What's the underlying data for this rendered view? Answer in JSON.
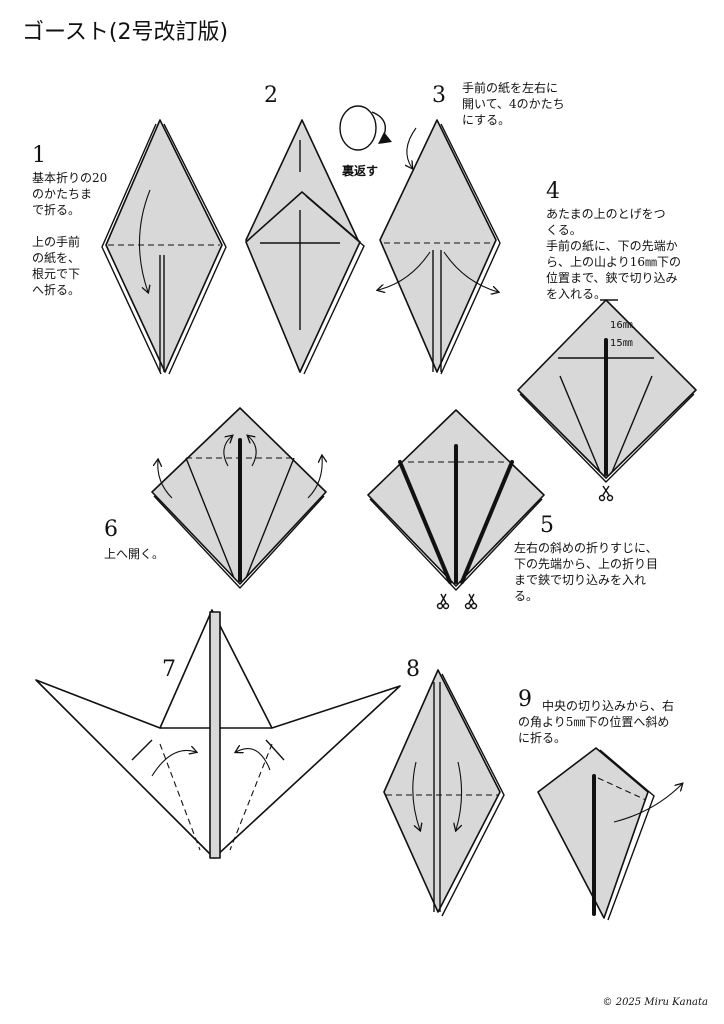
{
  "title": "ゴースト(2号改訂版)",
  "steps": {
    "s1": {
      "num": "1",
      "text": "基本折りの20\nのかたちま\nで折る。\n\n上の手前\nの紙を、\n根元で下\nへ折る。"
    },
    "s2": {
      "num": "2"
    },
    "s3": {
      "num": "3",
      "text": "手前の紙を左右に\n開いて、4のかたち\nにする。"
    },
    "s4": {
      "num": "4",
      "text": "あたまの上のとげをつ\nくる。\n手前の紙に、下の先端か\nら、上の山より16㎜下の\n位置まで、鋏で切り込み\nを入れる。"
    },
    "s5": {
      "num": "5",
      "text": "左右の斜めの折りすじに、\n下の先端から、上の折り目\nまで鋏で切り込みを入れ\nる。"
    },
    "s6": {
      "num": "6",
      "text": "上へ開く。"
    },
    "s7": {
      "num": "7"
    },
    "s8": {
      "num": "8"
    },
    "s9": {
      "num": "9",
      "text": "中央の切り込みから、右\nの角より5㎜下の位置へ斜め\nに折る。"
    }
  },
  "labels": {
    "flip": "裏返す",
    "mm16": "16㎜",
    "mm15": "15㎜"
  },
  "icons": {
    "flip": "flip-over-icon",
    "scissors": "scissors-icon"
  },
  "copyright": "© 2025 Miru Kanata"
}
